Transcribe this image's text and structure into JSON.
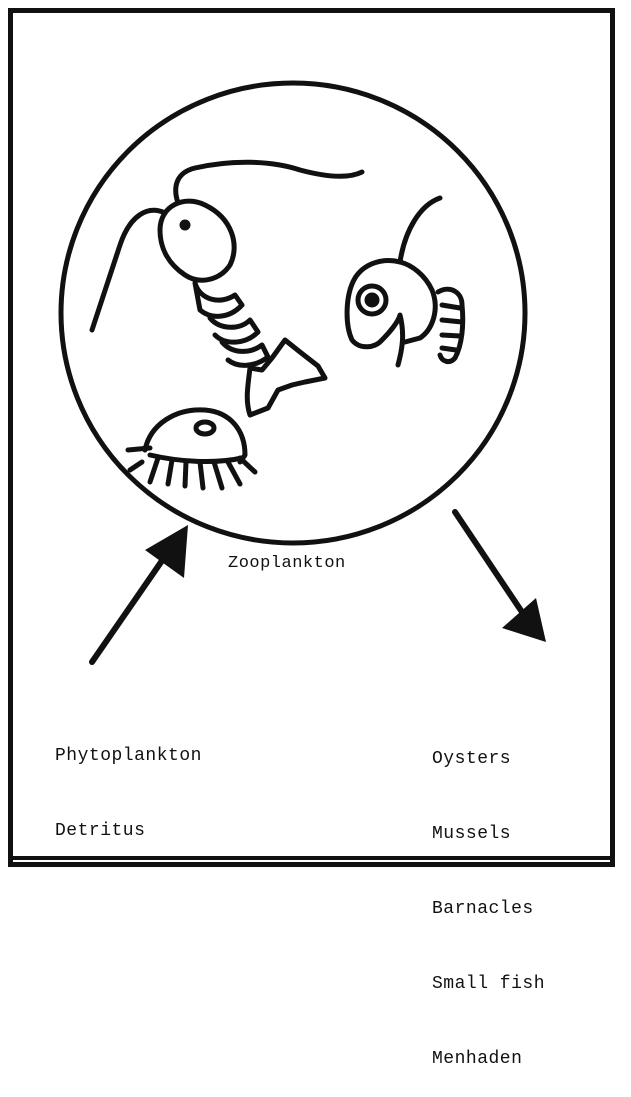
{
  "diagram": {
    "center": {
      "label": "Zooplankton",
      "organisms": [
        "copepod-icon",
        "crab-larva-icon",
        "rotifer-icon"
      ]
    },
    "food_sources": [
      "Phytoplankton",
      "Detritus"
    ],
    "consumers": [
      "Oysters",
      "Mussels",
      "Barnacles",
      "Small fish",
      "Menhaden"
    ],
    "colors": {
      "ink": "#111111",
      "paper": "#ffffff"
    }
  }
}
